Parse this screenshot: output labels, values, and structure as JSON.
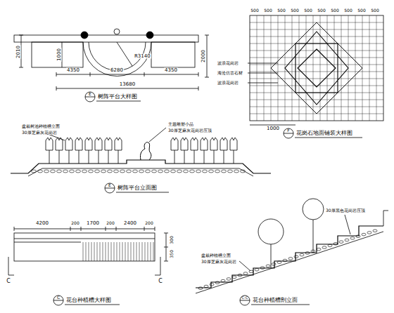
{
  "diagram": {
    "labels": [
      "2010",
      "1000",
      "2000",
      "R3140",
      "4350",
      "6280",
      "4350",
      "13680",
      "E",
      "树阵平台大样图",
      "500",
      "500",
      "500",
      "500",
      "500",
      "500",
      "500",
      "500",
      "500",
      "500",
      "波浪花岗岩",
      "海沧仿古石材",
      "波浪花岗岩",
      "1000",
      "F",
      "花岗石地面铺装大样图",
      "盆栽树池种植槽立面",
      "30厚芝麻灰花岗岩",
      "主题雕塑小品",
      "30厚芝麻灰花岗岩压顶",
      "E",
      "树阵平台立面图",
      "4200",
      "200",
      "1700",
      "200",
      "2400",
      "200",
      "C",
      "C",
      "300",
      "350",
      "C",
      "花台种植槽大样图",
      "盆栽种植槽立面",
      "30厚芝麻灰花岗岩",
      "30厚黑色花岗岩压顶",
      "C-C",
      "花台种植槽剖立面"
    ]
  }
}
